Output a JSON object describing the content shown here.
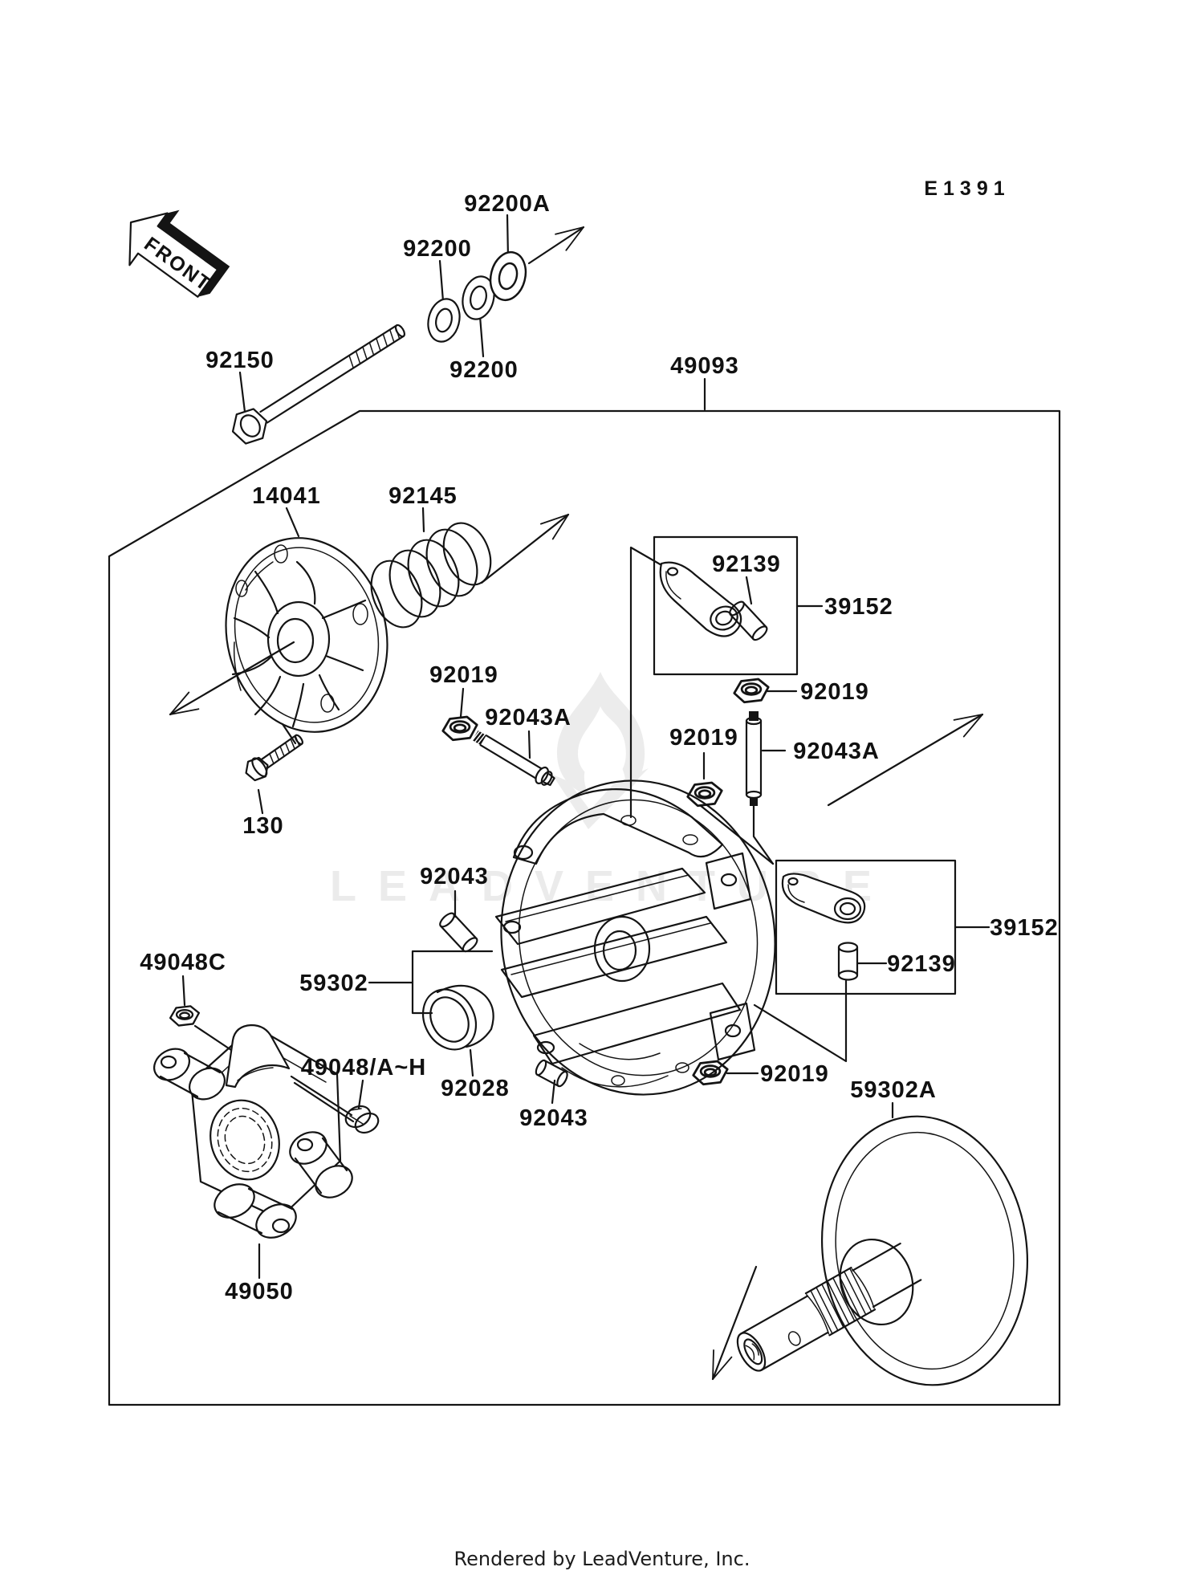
{
  "page": {
    "diagram_code": "E1391",
    "front_marker": "FRONT",
    "watermark_text": "LEADVENTURE",
    "footer_text": "Rendered by LeadVenture, Inc."
  },
  "labels": [
    {
      "id": "label-92200A",
      "text": "92200A"
    },
    {
      "id": "label-92200-top",
      "text": "92200"
    },
    {
      "id": "label-92200-low",
      "text": "92200"
    },
    {
      "id": "label-92150",
      "text": "92150"
    },
    {
      "id": "label-49093",
      "text": "49093"
    },
    {
      "id": "label-14041",
      "text": "14041"
    },
    {
      "id": "label-92145",
      "text": "92145"
    },
    {
      "id": "label-92139-box1",
      "text": "92139"
    },
    {
      "id": "label-39152-box1",
      "text": "39152"
    },
    {
      "id": "label-92019-left",
      "text": "92019"
    },
    {
      "id": "label-92043A-left",
      "text": "92043A"
    },
    {
      "id": "label-92019-mid",
      "text": "92019"
    },
    {
      "id": "label-92019-right",
      "text": "92019"
    },
    {
      "id": "label-92043A-right",
      "text": "92043A"
    },
    {
      "id": "label-130",
      "text": "130"
    },
    {
      "id": "label-92043-upper",
      "text": "92043"
    },
    {
      "id": "label-59302",
      "text": "59302"
    },
    {
      "id": "label-92028",
      "text": "92028"
    },
    {
      "id": "label-49048C",
      "text": "49048C"
    },
    {
      "id": "label-49048AH",
      "text": "49048/A~H"
    },
    {
      "id": "label-92043-lower",
      "text": "92043"
    },
    {
      "id": "label-92019-bottom",
      "text": "92019"
    },
    {
      "id": "label-92139-box2",
      "text": "92139"
    },
    {
      "id": "label-39152-box2",
      "text": "39152"
    },
    {
      "id": "label-59302A",
      "text": "59302A"
    },
    {
      "id": "label-49050",
      "text": "49050"
    }
  ]
}
